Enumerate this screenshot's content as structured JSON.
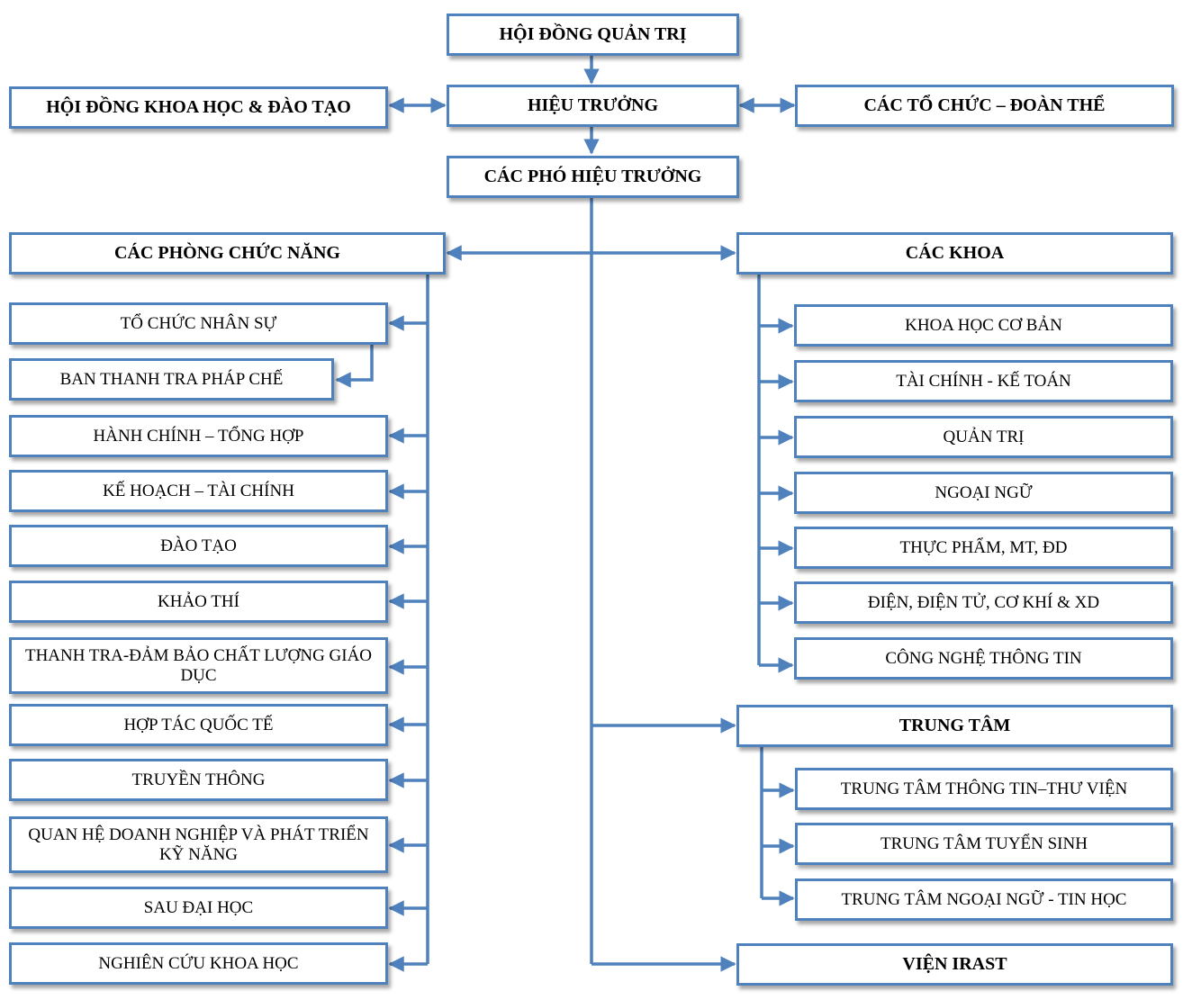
{
  "colors": {
    "line": "#4f81bd",
    "box_border": "#4f81bd",
    "text": "#000000"
  },
  "top": {
    "board": "HỘI ĐỒNG QUẢN TRỊ",
    "rector": "HIỆU TRƯỞNG",
    "science_council": "HỘI ĐỒNG KHOA HỌC & ĐÀO TẠO",
    "organizations": "CÁC TỔ CHỨC – ĐOÀN THỂ",
    "vice_rectors": "CÁC PHÓ HIỆU TRƯỞNG"
  },
  "departments": {
    "title": "CÁC PHÒNG CHỨC NĂNG",
    "items": [
      "TỔ CHỨC NHÂN SỰ",
      "BAN THANH TRA PHÁP CHẾ",
      "HÀNH CHÍNH – TỔNG HỢP",
      "KẾ HOẠCH – TÀI CHÍNH",
      "ĐÀO TẠO",
      "KHẢO THÍ",
      "THANH TRA-ĐẢM BẢO CHẤT LƯỢNG GIÁO DỤC",
      "HỢP TÁC QUỐC TẾ",
      "TRUYỀN THÔNG",
      "QUAN HỆ DOANH NGHIỆP VÀ PHÁT TRIỂN KỸ NĂNG",
      "SAU ĐẠI HỌC",
      "NGHIÊN CỨU KHOA HỌC"
    ]
  },
  "faculties": {
    "title": "CÁC KHOA",
    "items": [
      "KHOA HỌC CƠ BẢN",
      "TÀI CHÍNH - KẾ TOÁN",
      "QUẢN TRỊ",
      "NGOẠI NGỮ",
      "THỰC PHẨM, MT, ĐD",
      "ĐIỆN, ĐIỆN TỬ, CƠ KHÍ & XD",
      "CÔNG NGHỆ THÔNG TIN"
    ]
  },
  "centers": {
    "title": "TRUNG TÂM",
    "items": [
      "TRUNG TÂM THÔNG TIN–THƯ VIỆN",
      "TRUNG TÂM TUYỂN SINH",
      "TRUNG TÂM NGOẠI NGỮ - TIN HỌC"
    ]
  },
  "institute": {
    "title": "VIỆN IRAST"
  }
}
